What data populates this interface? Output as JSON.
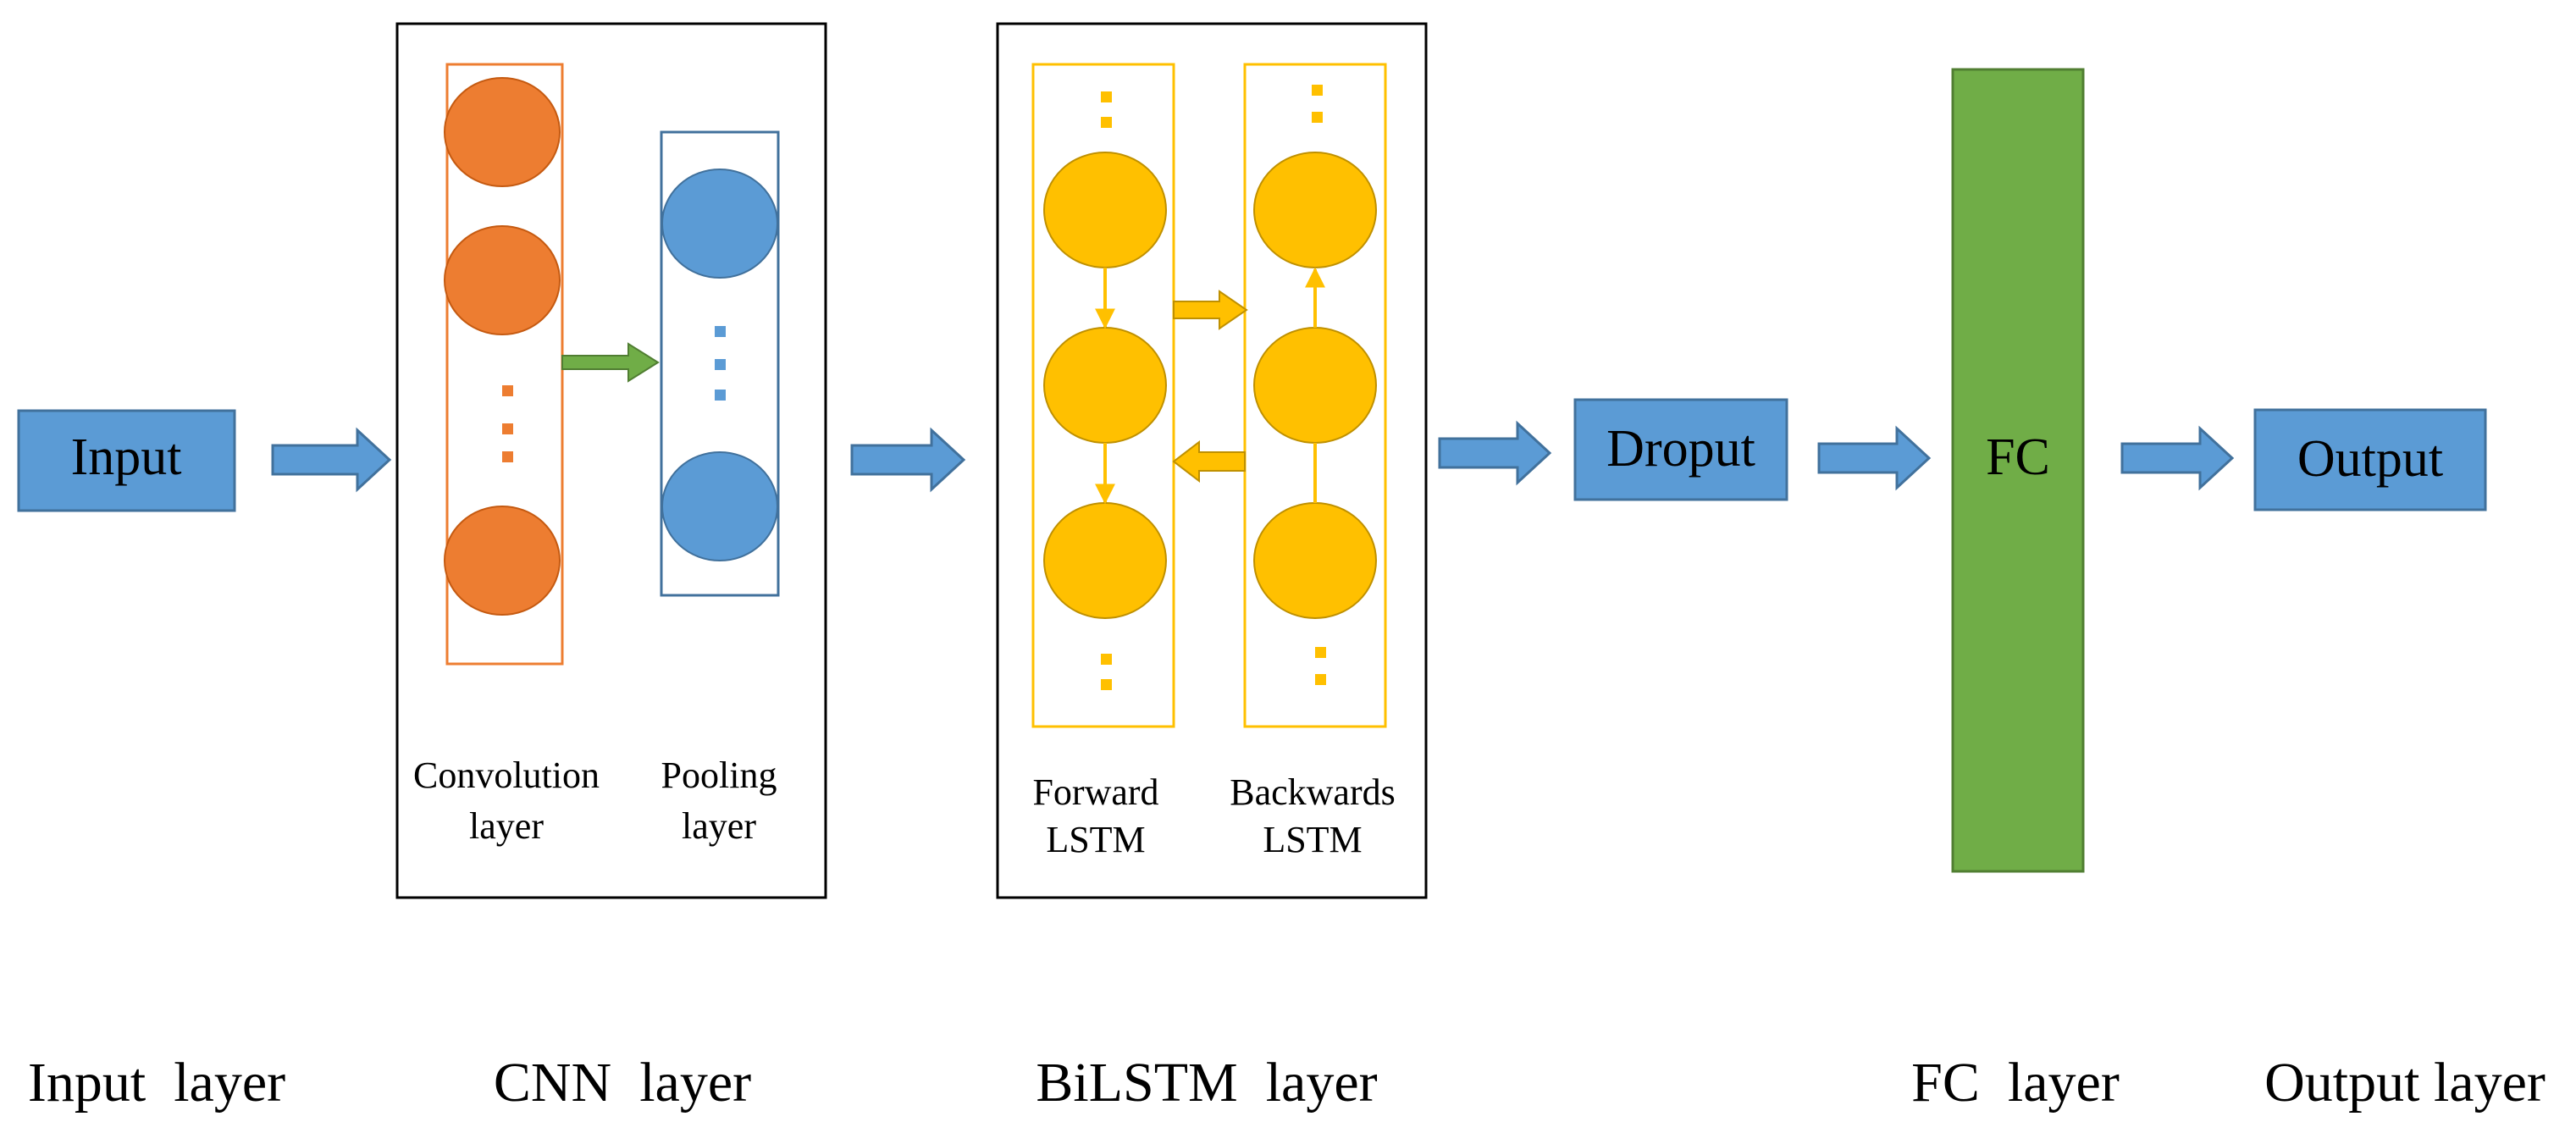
{
  "blocks": {
    "input": "Input",
    "dropout": "Droput",
    "fc": "FC",
    "output": "Output"
  },
  "cnn": {
    "convolution_label_line1": "Convolution",
    "convolution_label_line2": "layer",
    "pooling_label_line1": "Pooling",
    "pooling_label_line2": "layer"
  },
  "bilstm": {
    "forward_label_line1": "Forward",
    "forward_label_line2": "LSTM",
    "backward_label_line1": "Backwards",
    "backward_label_line2": "LSTM"
  },
  "bottom_labels": {
    "input_layer": "Input  layer",
    "cnn_layer": "CNN  layer",
    "bilstm_layer": "BiLSTM  layer",
    "fc_layer": "FC  layer",
    "output_layer": "Output layer"
  },
  "colors": {
    "blue_block": "#5b9bd5",
    "blue_block_border": "#41719c",
    "orange_node": "#ed7d31",
    "blue_node": "#5b9bd5",
    "yellow_node": "#ffc000",
    "green_block": "#70ad47",
    "green_arrow": "#70ad47",
    "frame": "#000000"
  }
}
